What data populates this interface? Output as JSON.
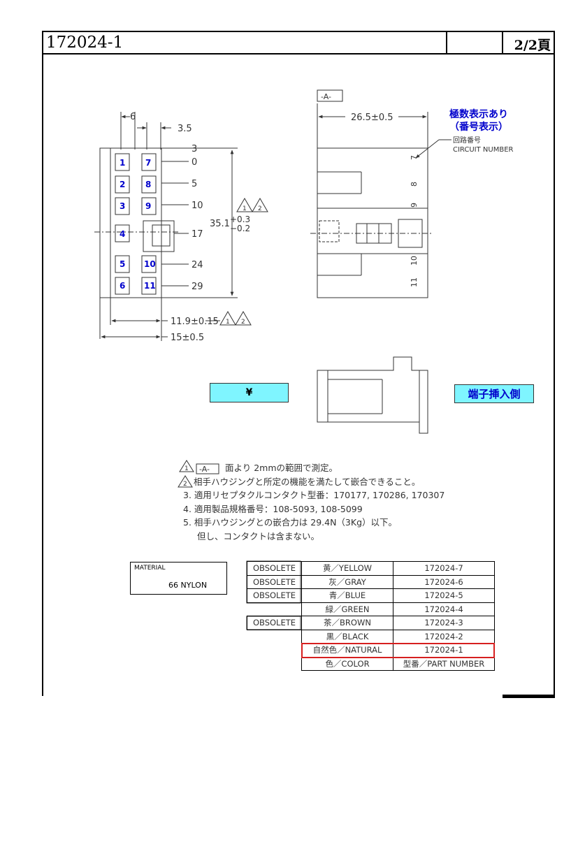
{
  "header": {
    "part_number": "172024-1",
    "page": "2/2頁"
  },
  "drawing": {
    "front_dims": {
      "d6": "6",
      "d35": "3.5",
      "d3": "3",
      "d0": "0",
      "d5": "5",
      "d10": "10",
      "d17": "17",
      "d24": "24",
      "d29": "29",
      "height": "35.1",
      "tol_plus": "+0.3",
      "tol_minus": "−0.2",
      "w119": "11.9±0.15",
      "w15": "15±0.5"
    },
    "pins_left": [
      "1",
      "2",
      "3",
      "4",
      "5",
      "6"
    ],
    "pins_right": [
      "7",
      "8",
      "9",
      "10",
      "11"
    ],
    "side_pins": [
      "7",
      "8",
      "9",
      "10",
      "11"
    ],
    "flag1": "1",
    "flag2": "2",
    "side_dims": {
      "datum": "-A-",
      "d265": "26.5±0.5"
    },
    "circuit_note": {
      "title1": "極数表示あり",
      "title2": "（番号表示）",
      "jp": "回路番号",
      "en": "CIRCUIT NUMBER"
    }
  },
  "labels": {
    "yen": "¥",
    "terminal_side": "端子挿入側"
  },
  "notes": [
    "面より 2mmの範囲で測定。",
    "相手ハウジングと所定の機能を満たして嵌合できること。",
    "3. 適用リセプタクルコンタクト型番：170177, 170286, 170307",
    "4. 適用製品規格番号：108-5093, 108-5099",
    "5. 相手ハウジングとの嵌合力は 29.4N（3Kg）以下。",
    "但し、コンタクトは含まない。"
  ],
  "material": {
    "label": "MATERIAL",
    "value": "66 NYLON"
  },
  "parts_table": [
    {
      "status": "OBSOLETE",
      "color": "黄／YELLOW",
      "pn": "172024-7"
    },
    {
      "status": "OBSOLETE",
      "color": "灰／GRAY",
      "pn": "172024-6"
    },
    {
      "status": "OBSOLETE",
      "color": "青／BLUE",
      "pn": "172024-5"
    },
    {
      "status": "",
      "color": "緑／GREEN",
      "pn": "172024-4"
    },
    {
      "status": "OBSOLETE",
      "color": "茶／BROWN",
      "pn": "172024-3"
    },
    {
      "status": "",
      "color": "黒／BLACK",
      "pn": "172024-2"
    },
    {
      "status": "",
      "color": "自然色／NATURAL",
      "pn": "172024-1"
    },
    {
      "status": "",
      "color": "色／COLOR",
      "pn": "型番／PART NUMBER"
    }
  ],
  "colors": {
    "pin_label": "#0000cc",
    "highlight": "#d61f1f",
    "callout_bg": "#7ff5ff"
  }
}
